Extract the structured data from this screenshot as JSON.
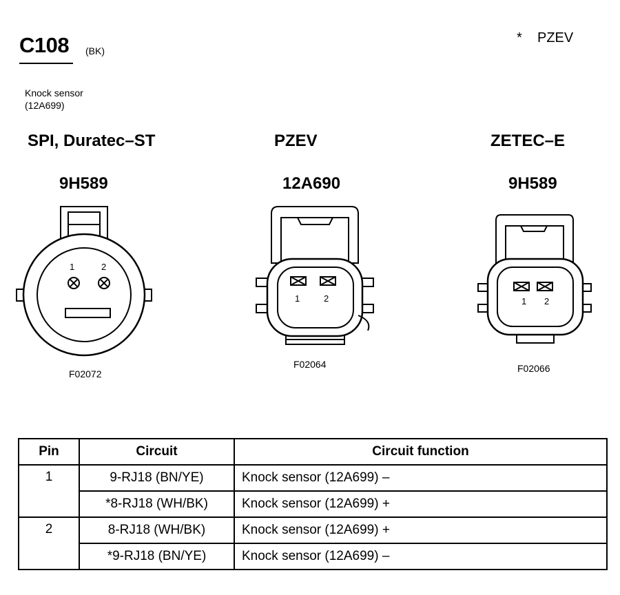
{
  "header": {
    "connector_id": "C108",
    "connector_color": "(BK)",
    "footnote_mark": "*",
    "footnote_text": "PZEV",
    "component_name": "Knock sensor",
    "component_part": "(12A699)"
  },
  "variants": [
    {
      "name": "SPI, Duratec–ST",
      "part_number": "9H589",
      "figure": "F02072",
      "pins": [
        "1",
        "2"
      ]
    },
    {
      "name": "PZEV",
      "part_number": "12A690",
      "figure": "F02064",
      "pins": [
        "1",
        "2"
      ]
    },
    {
      "name": "ZETEC–E",
      "part_number": "9H589",
      "figure": "F02066",
      "pins": [
        "1",
        "2"
      ]
    }
  ],
  "table": {
    "headers": [
      "Pin",
      "Circuit",
      "Circuit function"
    ],
    "groups": [
      {
        "pin": "1",
        "rows": [
          {
            "circuit": "9-RJ18 (BN/YE)",
            "function": "Knock sensor (12A699) –"
          },
          {
            "circuit": "*8-RJ18 (WH/BK)",
            "function": "Knock sensor (12A699) +"
          }
        ]
      },
      {
        "pin": "2",
        "rows": [
          {
            "circuit": "8-RJ18 (WH/BK)",
            "function": "Knock sensor (12A699) +"
          },
          {
            "circuit": "*9-RJ18 (BN/YE)",
            "function": "Knock sensor (12A699) –"
          }
        ]
      }
    ]
  }
}
